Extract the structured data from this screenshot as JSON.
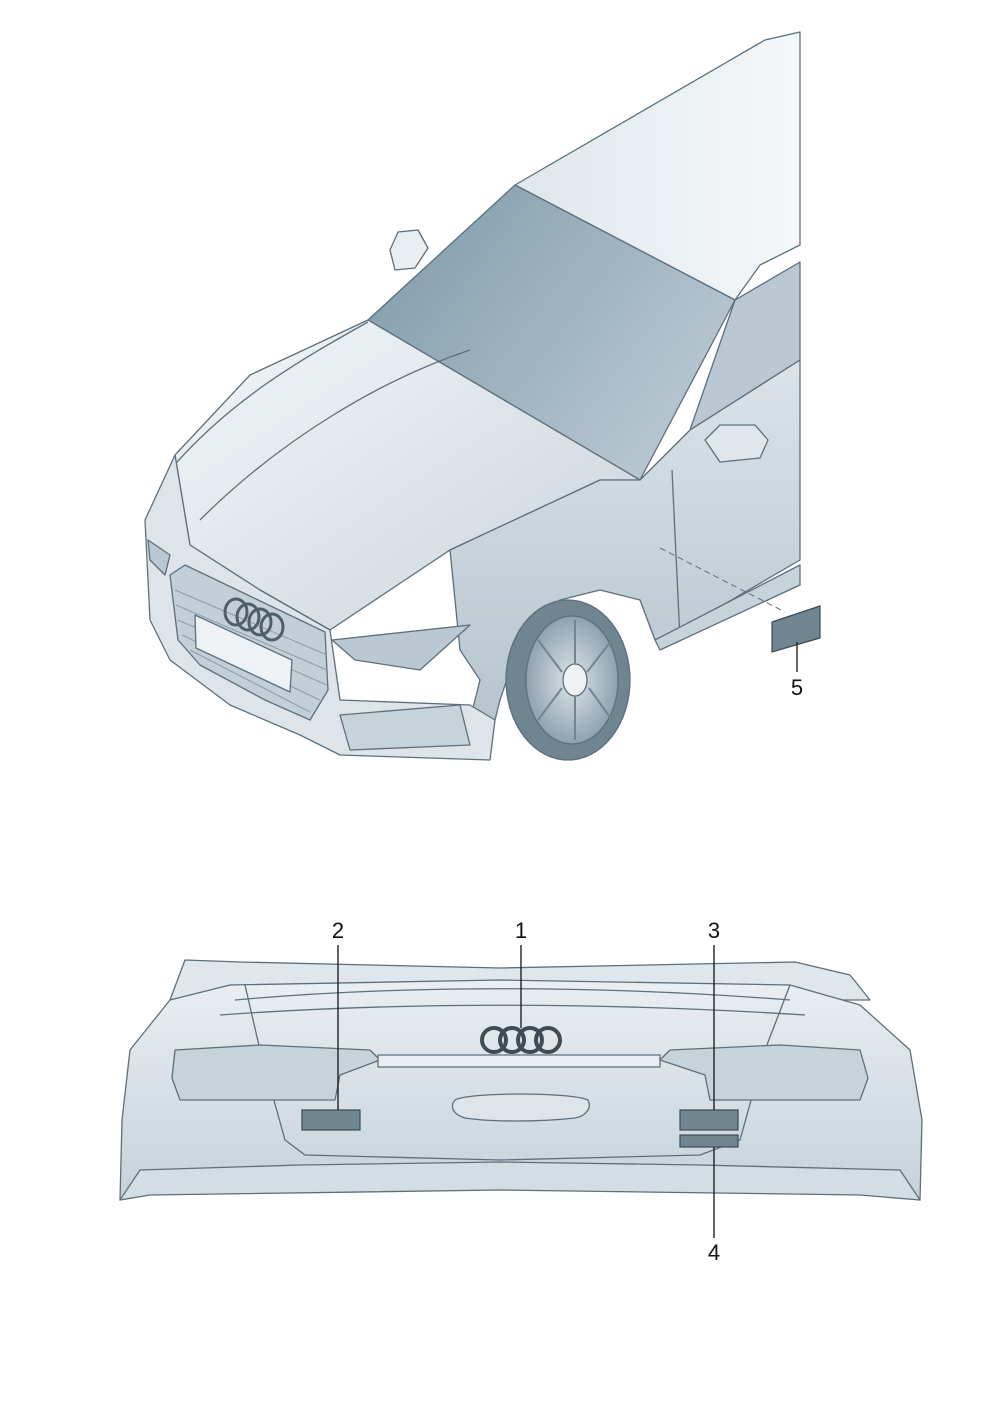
{
  "callouts": [
    {
      "id": "1",
      "label": "1"
    },
    {
      "id": "2",
      "label": "2"
    },
    {
      "id": "3",
      "label": "3"
    },
    {
      "id": "4",
      "label": "4"
    },
    {
      "id": "5",
      "label": "5"
    }
  ],
  "colors": {
    "body_light": "#eef2f5",
    "body_mid": "#d3dde4",
    "body_dark": "#a9b9c4",
    "glass": "#8fa9b8",
    "outline": "#5d6f7b",
    "emblem_plate": "#6f8592",
    "leader": "#222222"
  },
  "icons": [
    "audi-rings-emblem-icon"
  ]
}
